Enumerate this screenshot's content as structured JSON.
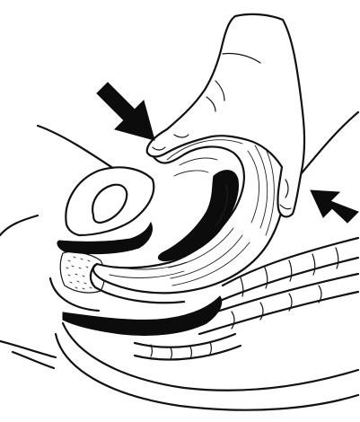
{
  "figure": {
    "style": "black-and-white line drawing",
    "arrows": [
      {
        "name": "left-arrow",
        "color": "#000000",
        "direction": "down-right"
      },
      {
        "name": "right-arrow",
        "color": "#000000",
        "direction": "up-left"
      }
    ],
    "ink_color": "#111111",
    "background_color": "#ffffff"
  }
}
